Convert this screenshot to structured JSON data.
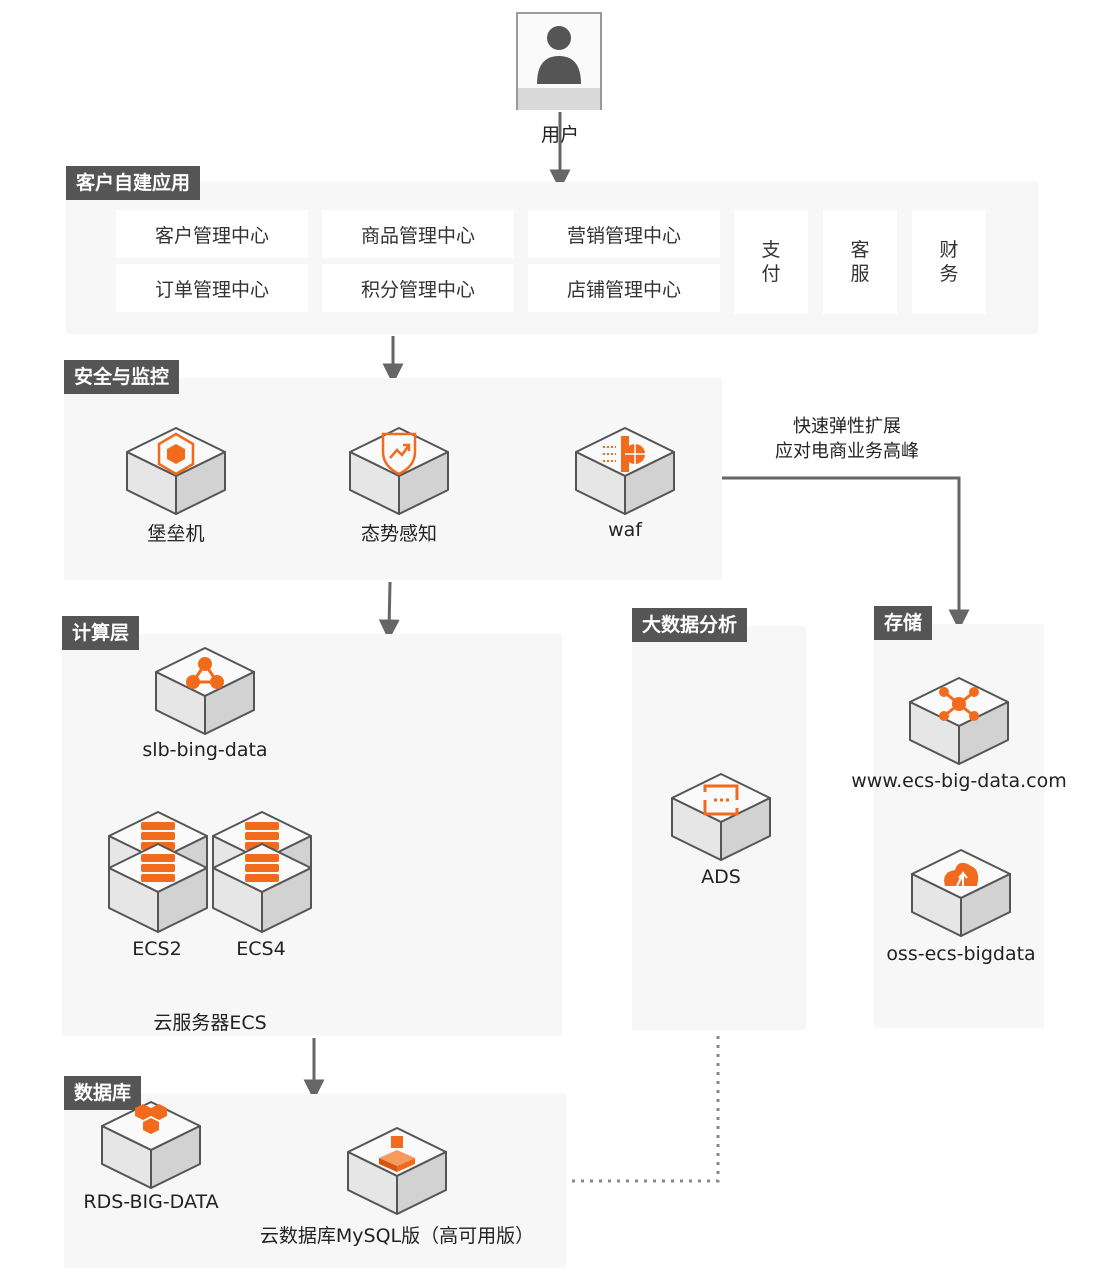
{
  "user": {
    "label": "用户"
  },
  "groups": {
    "apps": {
      "title": "客户自建应用",
      "modules": [
        "客户管理中心",
        "商品管理中心",
        "营销管理中心",
        "订单管理中心",
        "积分管理中心",
        "店铺管理中心"
      ],
      "vertical": [
        [
          "支",
          "付"
        ],
        [
          "客",
          "服"
        ],
        [
          "财",
          "务"
        ]
      ]
    },
    "security": {
      "title": "安全与监控",
      "nodes": [
        "堡垒机",
        "态势感知",
        "waf"
      ]
    },
    "compute": {
      "title": "计算层",
      "slb": "slb-bing-data",
      "ecs": [
        "ECS2",
        "ECS4"
      ],
      "caption": "云服务器ECS"
    },
    "bigdata": {
      "title": "大数据分析",
      "node": "ADS"
    },
    "storage": {
      "title": "存储",
      "nodes": [
        "www.ecs-big-data.com",
        "oss-ecs-bigdata"
      ]
    },
    "database": {
      "title": "数据库",
      "nodes": [
        "RDS-BIG-DATA",
        "云数据库MySQL版（高可用版）"
      ]
    }
  },
  "annotation": {
    "line1": "快速弹性扩展",
    "line2": "应对电商业务高峰"
  },
  "colors": {
    "accent": "#f26b1d",
    "tag": "#555555",
    "panel": "#f7f7f7",
    "line": "#666666"
  }
}
